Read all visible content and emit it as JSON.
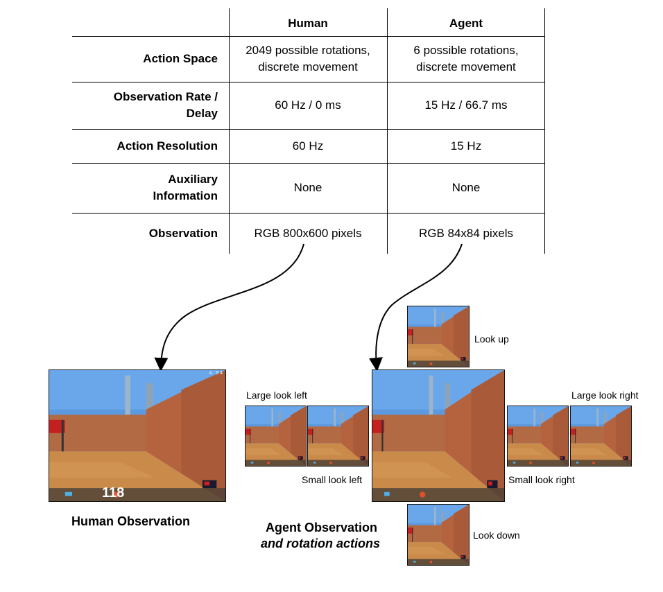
{
  "table": {
    "col_headers": [
      "Human",
      "Agent"
    ],
    "rows": [
      {
        "label": [
          "Action Space"
        ],
        "human": [
          "2049 possible rotations,",
          "discrete movement"
        ],
        "agent": [
          "6 possible rotations,",
          "discrete movement"
        ]
      },
      {
        "label": [
          "Observation Rate /",
          "Delay"
        ],
        "human": [
          "60 Hz / 0 ms"
        ],
        "agent": [
          "15 Hz / 66.7 ms"
        ]
      },
      {
        "label": [
          "Action Resolution"
        ],
        "human": [
          "60 Hz"
        ],
        "agent": [
          "15 Hz"
        ]
      },
      {
        "label": [
          "Auxiliary",
          "Information"
        ],
        "human": [
          "None"
        ],
        "agent": [
          "None"
        ]
      },
      {
        "label": [
          "Observation"
        ],
        "human": [
          "RGB 800x600 pixels"
        ],
        "agent": [
          "RGB 84x84 pixels"
        ]
      }
    ]
  },
  "human_view": {
    "caption": "Human Observation",
    "hud_value": "118",
    "corner_text": "4 : 5 4"
  },
  "agent_view": {
    "caption_line1": "Agent Observation",
    "caption_line2": "and rotation actions",
    "actions": {
      "look_up": "Look up",
      "look_down": "Look down",
      "large_left": "Large look left",
      "small_left": "Small look left",
      "large_right": "Large look right",
      "small_right": "Small look right"
    }
  },
  "colors": {
    "sky": "#5b9ae0",
    "wall": "#b5633f",
    "floor": "#c98a4a",
    "hud": "#4a3e36"
  }
}
